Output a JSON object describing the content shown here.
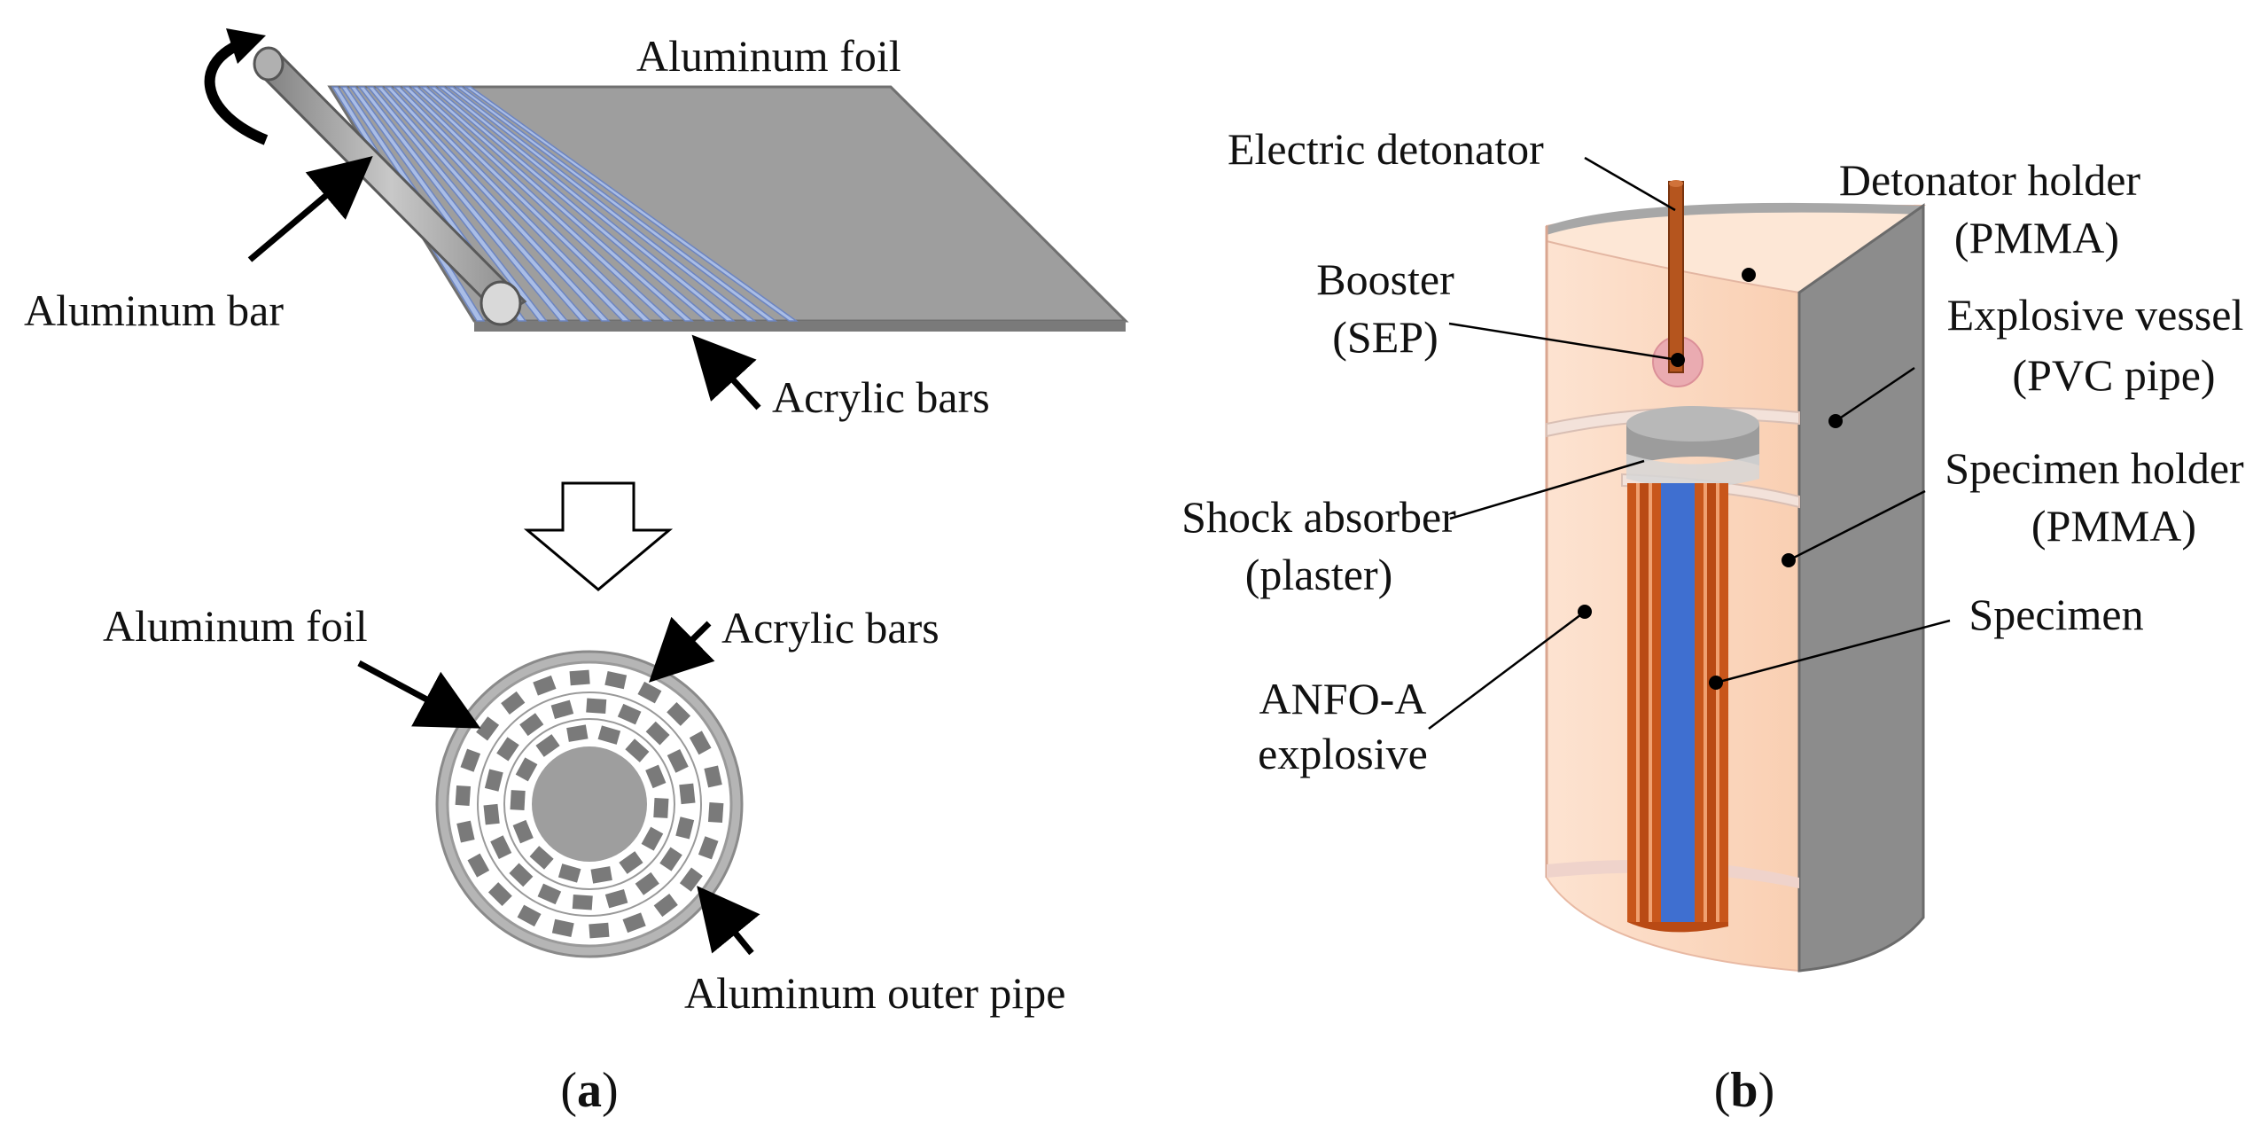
{
  "panel_a": {
    "labels": {
      "aluminum_foil_top": "Aluminum foil",
      "aluminum_bar": "Aluminum bar",
      "acrylic_bars_top": "Acrylic bars",
      "aluminum_foil_bottom": "Aluminum foil",
      "acrylic_bars_bottom": "Acrylic bars",
      "aluminum_outer_pipe": "Aluminum outer pipe"
    },
    "caption_letter": "a"
  },
  "panel_b": {
    "labels": {
      "electric_detonator": "Electric detonator",
      "detonator_holder_1": "Detonator holder",
      "detonator_holder_2": "(PMMA)",
      "booster_1": "Booster",
      "booster_2": "(SEP)",
      "explosive_vessel_1": "Explosive vessel",
      "explosive_vessel_2": "(PVC pipe)",
      "specimen_holder_1": "Specimen holder",
      "specimen_holder_2": "(PMMA)",
      "shock_absorber_1": "Shock absorber",
      "shock_absorber_2": "(plaster)",
      "specimen": "Specimen",
      "anfo_1": "ANFO-A",
      "anfo_2": "explosive"
    },
    "caption_letter": "b"
  },
  "colors": {
    "aluminum_gray": "#9e9e9e",
    "acrylic_blue": "#a9bde6",
    "vessel_gray": "#8c8c8c",
    "explosive_peach": "#fbd9c2",
    "specimen_copper": "#c8561b",
    "specimen_blue": "#3f6fd0",
    "booster_pink": "#e9a7b0"
  }
}
